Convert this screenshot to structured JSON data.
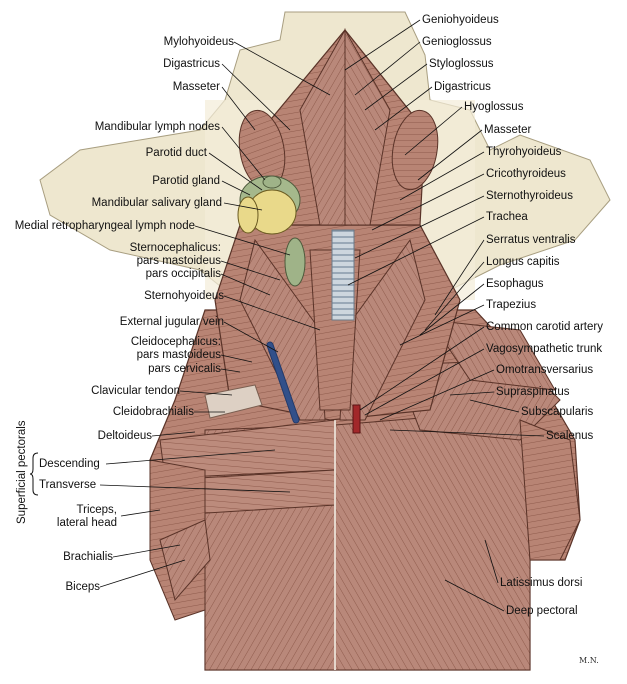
{
  "colors": {
    "muscle": "#b88474",
    "muscle_dark": "#7a4a3e",
    "tendon": "#ddd0c4",
    "bone_bg": "#eee7cf",
    "skin": "#f3ecd8",
    "gland_yellow": "#e9d98a",
    "node_green": "#9fb388",
    "vein_blue": "#32508a",
    "artery_red": "#a2282a",
    "trachea": "#cdd6de"
  },
  "labels_left": [
    {
      "id": "mylohyoideus",
      "text": "Mylohyoideus"
    },
    {
      "id": "digastricus-left",
      "text": "Digastricus"
    },
    {
      "id": "masseter-left",
      "text": "Masseter"
    },
    {
      "id": "mandibular-lymph-nodes",
      "text": "Mandibular lymph nodes"
    },
    {
      "id": "parotid-duct",
      "text": "Parotid duct"
    },
    {
      "id": "parotid-gland",
      "text": "Parotid gland"
    },
    {
      "id": "mandibular-salivary-gland",
      "text": "Mandibular salivary gland"
    },
    {
      "id": "medial-retropharyngeal-lymph-node",
      "text": "Medial retropharyngeal lymph node"
    },
    {
      "id": "sternocephalicus",
      "text": "Sternocephalicus:"
    },
    {
      "id": "sternocephalicus-pars-mastoideus",
      "text": "pars mastoideus"
    },
    {
      "id": "sternocephalicus-pars-occipitalis",
      "text": "pars occipitalis"
    },
    {
      "id": "sternohyoideus",
      "text": "Sternohyoideus"
    },
    {
      "id": "external-jugular-vein",
      "text": "External jugular vein"
    },
    {
      "id": "cleidocephalicus",
      "text": "Cleidocephalicus:"
    },
    {
      "id": "cleidocephalicus-pars-mastoideus",
      "text": "pars mastoideus"
    },
    {
      "id": "cleidocephalicus-pars-cervicalis",
      "text": "pars cervicalis"
    },
    {
      "id": "clavicular-tendon",
      "text": "Clavicular tendon"
    },
    {
      "id": "cleidobrachialis",
      "text": "Cleidobrachialis"
    },
    {
      "id": "deltoideus",
      "text": "Deltoideus"
    },
    {
      "id": "descending",
      "text": "Descending"
    },
    {
      "id": "transverse",
      "text": "Transverse"
    },
    {
      "id": "triceps-lateral-head-1",
      "text": "Triceps,"
    },
    {
      "id": "triceps-lateral-head-2",
      "text": "lateral head"
    },
    {
      "id": "brachialis",
      "text": "Brachialis"
    },
    {
      "id": "biceps",
      "text": "Biceps"
    }
  ],
  "labels_right": [
    {
      "id": "geniohyoideus",
      "text": "Geniohyoideus"
    },
    {
      "id": "genioglossus",
      "text": "Genioglossus"
    },
    {
      "id": "styloglossus",
      "text": "Styloglossus"
    },
    {
      "id": "digastricus-right",
      "text": "Digastricus"
    },
    {
      "id": "hyoglossus",
      "text": "Hyoglossus"
    },
    {
      "id": "masseter-right",
      "text": "Masseter"
    },
    {
      "id": "thyrohyoideus",
      "text": "Thyrohyoideus"
    },
    {
      "id": "cricothyroideus",
      "text": "Cricothyroideus"
    },
    {
      "id": "sternothyroideus",
      "text": "Sternothyroideus"
    },
    {
      "id": "trachea",
      "text": "Trachea"
    },
    {
      "id": "serratus-ventralis",
      "text": "Serratus ventralis"
    },
    {
      "id": "longus-capitis",
      "text": "Longus capitis"
    },
    {
      "id": "esophagus",
      "text": "Esophagus"
    },
    {
      "id": "trapezius",
      "text": "Trapezius"
    },
    {
      "id": "common-carotid-artery",
      "text": "Common carotid artery"
    },
    {
      "id": "vagosympathetic-trunk",
      "text": "Vagosympathetic trunk"
    },
    {
      "id": "omotransversarius",
      "text": "Omotransversarius"
    },
    {
      "id": "supraspinatus",
      "text": "Supraspinatus"
    },
    {
      "id": "subscapularis",
      "text": "Subscapularis"
    },
    {
      "id": "scalenus",
      "text": "Scalenus"
    },
    {
      "id": "latissimus-dorsi",
      "text": "Latissimus dorsi"
    },
    {
      "id": "deep-pectoral",
      "text": "Deep pectoral"
    }
  ],
  "group_title": "Superficial pectorals",
  "artist_initials": "M.N."
}
